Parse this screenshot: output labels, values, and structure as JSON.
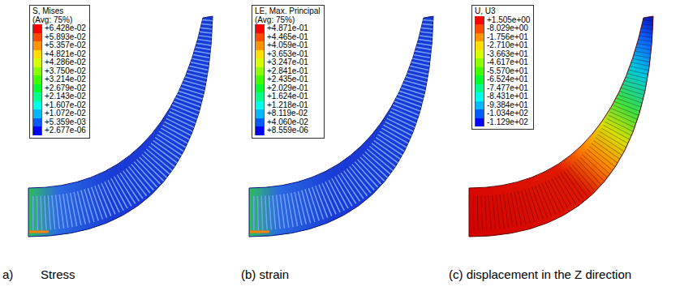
{
  "diagram": {
    "labels": [
      "S, Mises",
      "(Avg: 75%)",
      "LE, Max. Principal",
      "(Avg: 75%)",
      "U, U3",
      "a)",
      "Stress",
      "(b) strain",
      "(c) displacement in the Z direction"
    ],
    "legend": [
      {
        "text": "+6.428e-02",
        "color": "#ff0000"
      },
      {
        "text": "+5.893e-02",
        "color": "#ff4a00"
      },
      {
        "text": "+5.357e-02",
        "color": "#ff9400"
      },
      {
        "text": "+4.821e-02",
        "color": "#ffde00"
      },
      {
        "text": "+4.286e-02",
        "color": "#d6ff00"
      },
      {
        "text": "+3.750e-02",
        "color": "#8cff00"
      },
      {
        "text": "+3.214e-02",
        "color": "#42ff00"
      },
      {
        "text": "+2.679e-02",
        "color": "#00ff2e"
      },
      {
        "text": "+2.143e-02",
        "color": "#00ff8b"
      },
      {
        "text": "+1.607e-02",
        "color": "#00ffe8"
      },
      {
        "text": "+1.072e-02",
        "color": "#00b9ff"
      },
      {
        "text": "+5.359e-03",
        "color": "#005cff"
      },
      {
        "text": "+2.677e-06",
        "color": "#0000ff"
      },
      {
        "text": "+4.871e-01",
        "color": "#ff0000"
      },
      {
        "text": "+4.465e-01",
        "color": "#ff4a00"
      },
      {
        "text": "+4.059e-01",
        "color": "#ff9400"
      },
      {
        "text": "+3.653e-01",
        "color": "#ffde00"
      },
      {
        "text": "+3.247e-01",
        "color": "#d6ff00"
      },
      {
        "text": "+2.841e-01",
        "color": "#8cff00"
      },
      {
        "text": "+2.435e-01",
        "color": "#42ff00"
      },
      {
        "text": "+2.029e-01",
        "color": "#00ff2e"
      },
      {
        "text": "+1.624e-01",
        "color": "#00ff8b"
      },
      {
        "text": "+1.218e-01",
        "color": "#00ffe8"
      },
      {
        "text": "+8.119e-02",
        "color": "#00b9ff"
      },
      {
        "text": "+4.060e-02",
        "color": "#005cff"
      },
      {
        "text": "+8.559e-06",
        "color": "#0000ff"
      },
      {
        "text": "+1.505e+00",
        "color": "#ff0000"
      },
      {
        "text": "-8.029e+00",
        "color": "#ff4a00"
      },
      {
        "text": "-1.756e+01",
        "color": "#ff9400"
      },
      {
        "text": "-2.710e+01",
        "color": "#ffde00"
      },
      {
        "text": "-3.663e+01",
        "color": "#d6ff00"
      },
      {
        "text": "-4.617e+01",
        "color": "#8cff00"
      },
      {
        "text": "-5.570e+01",
        "color": "#42ff00"
      },
      {
        "text": "-6.524e+01",
        "color": "#00ff2e"
      },
      {
        "text": "-7.477e+01",
        "color": "#00ff8b"
      },
      {
        "text": "-8.431e+01",
        "color": "#00ffe8"
      },
      {
        "text": "-9.384e+01",
        "color": "#00b9ff"
      },
      {
        "text": "-1.034e+02",
        "color": "#005cff"
      },
      {
        "text": "-1.129e+02",
        "color": "#0000ff"
      }
    ]
  }
}
